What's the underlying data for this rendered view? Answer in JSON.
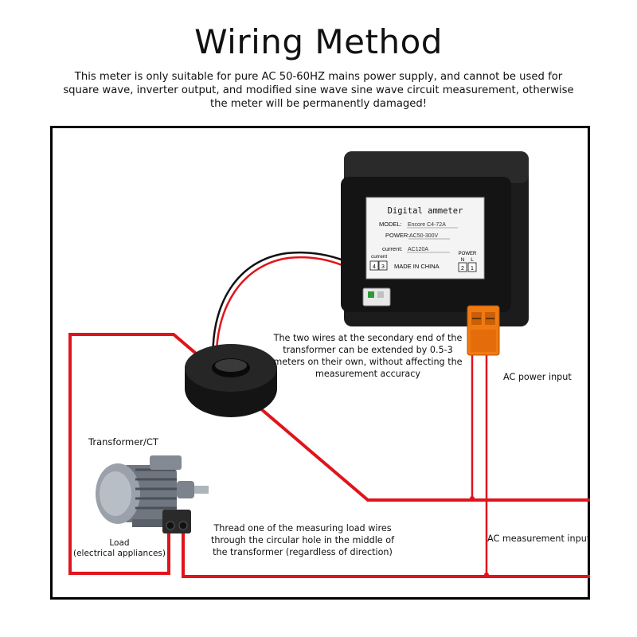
{
  "title": "Wiring Method",
  "subtitle": "This meter is only suitable for pure AC 50-60HZ mains power supply, and cannot be used for square wave, inverter output, and modified sine wave sine wave circuit measurement, otherwise the meter will be permanently damaged!",
  "notes": {
    "extension": "The two wires at the secondary end of the transformer can be extended by 0.5-3 meters on their own, without affecting the measurement accuracy",
    "thread": "Thread one of the measuring load wires through the circular hole in the middle of the transformer (regardless of direction)"
  },
  "labels": {
    "ac_power_input": "AC power input",
    "ac_measurement_input": "AC measurement input",
    "transformer": "Transformer/CT",
    "load": "Load",
    "load_sub": "(electrical appliances)"
  },
  "meter_plate": {
    "heading": "Digital ammeter",
    "model_label": "MODEL:",
    "model_value": "Encore C4-72A",
    "power_label": "POWER:",
    "power_value": "AC50-300V",
    "current_label": "current:",
    "current_value": "AC120A",
    "current_terminals_label": "current",
    "terminal_4": "4",
    "terminal_3": "3",
    "made_in": "MADE IN CHINA",
    "power_terminals_label": "POWER",
    "terminal_n": "N",
    "terminal_l": "L",
    "terminal_2": "2",
    "terminal_1": "1"
  },
  "colors": {
    "wire_red": "#e0141b",
    "wire_black": "#111111",
    "connector_orange": "#f07a12",
    "meter_body": "#1c1c1c",
    "frame": "#000000"
  }
}
